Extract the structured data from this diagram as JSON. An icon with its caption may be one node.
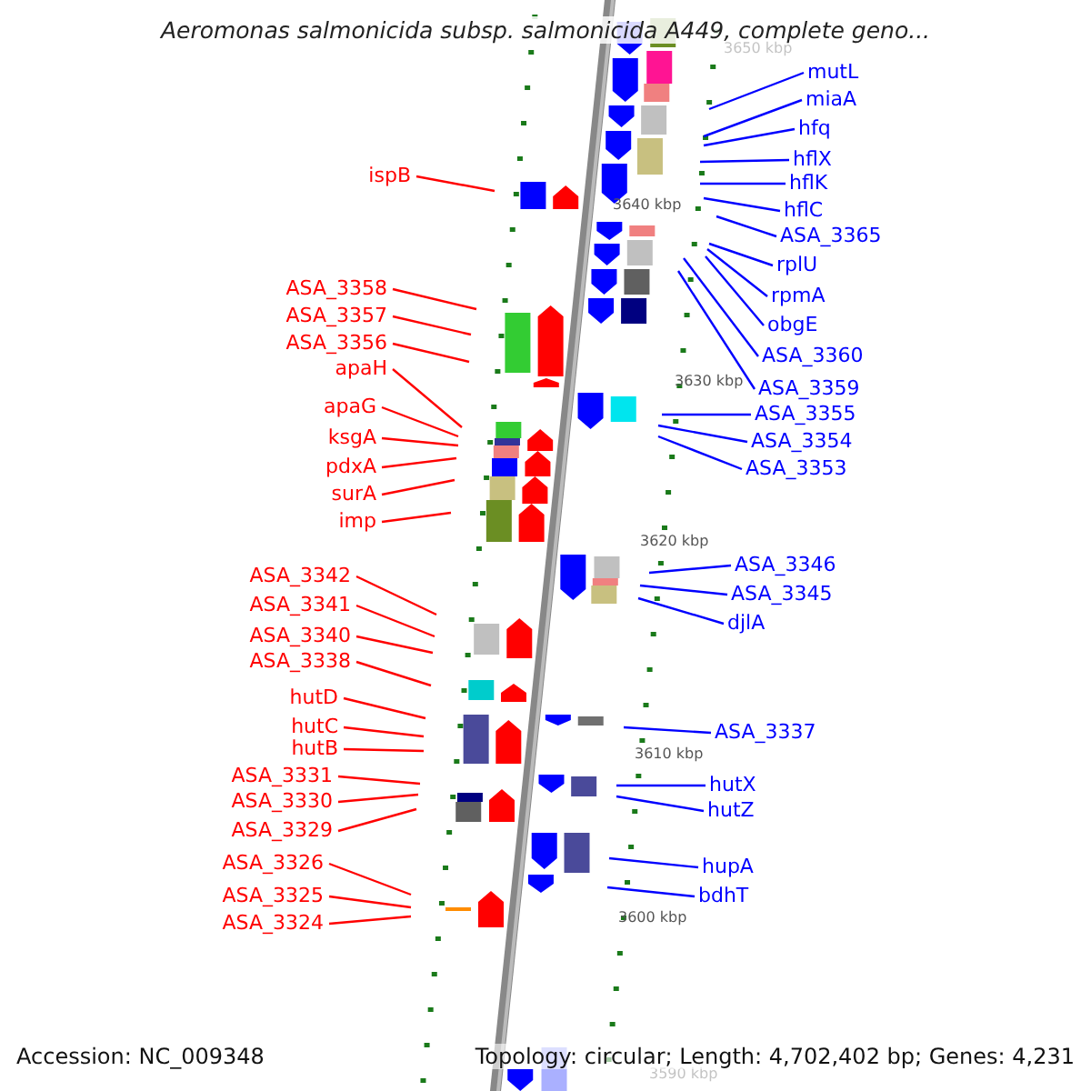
{
  "diagram": {
    "title": "Aeromonas salmonicida subsp. salmonicida A449, complete geno...",
    "nodes": [
      {
        "text": [
          "ispB"
        ]
      },
      {
        "text": [
          "ASA_3358"
        ]
      },
      {
        "text": [
          "ASA_3357"
        ]
      },
      {
        "text": [
          "ASA_3356"
        ]
      },
      {
        "text": [
          "apaH"
        ]
      },
      {
        "text": [
          "apaG"
        ]
      },
      {
        "text": [
          "ksgA"
        ]
      },
      {
        "text": [
          "pdxA"
        ]
      },
      {
        "text": [
          "surA"
        ]
      },
      {
        "text": [
          "imp"
        ]
      },
      {
        "text": [
          "ASA_3342"
        ]
      },
      {
        "text": [
          "ASA_3341"
        ]
      },
      {
        "text": [
          "ASA_3340"
        ]
      },
      {
        "text": [
          "ASA_3338"
        ]
      },
      {
        "text": [
          "hutD"
        ]
      },
      {
        "text": [
          "hutC"
        ]
      },
      {
        "text": [
          "hutB"
        ]
      },
      {
        "text": [
          "ASA_3331"
        ]
      },
      {
        "text": [
          "ASA_3330"
        ]
      },
      {
        "text": [
          "ASA_3329"
        ]
      },
      {
        "text": [
          "ASA_3326"
        ]
      },
      {
        "text": [
          "ASA_3325"
        ]
      },
      {
        "text": [
          "ASA_3324"
        ]
      },
      {
        "text": [
          "mutL"
        ]
      },
      {
        "text": [
          "miaA"
        ]
      },
      {
        "text": [
          "hfq"
        ]
      },
      {
        "text": [
          "hflX"
        ]
      },
      {
        "text": [
          "hflK"
        ]
      },
      {
        "text": [
          "hflC"
        ]
      },
      {
        "text": [
          "ASA_3365"
        ]
      },
      {
        "text": [
          "rplU"
        ]
      },
      {
        "text": [
          "rpmA"
        ]
      },
      {
        "text": [
          "obgE"
        ]
      },
      {
        "text": [
          "ASA_3360"
        ]
      },
      {
        "text": [
          "ASA_3359"
        ]
      },
      {
        "text": [
          "ASA_3355"
        ]
      },
      {
        "text": [
          "ASA_3354"
        ]
      },
      {
        "text": [
          "ASA_3353"
        ]
      },
      {
        "text": [
          "ASA_3346"
        ]
      },
      {
        "text": [
          "ASA_3345"
        ]
      },
      {
        "text": [
          "djlA"
        ]
      },
      {
        "text": [
          "ASA_3337"
        ]
      },
      {
        "text": [
          "hutX"
        ]
      },
      {
        "text": [
          "hutZ"
        ]
      },
      {
        "text": [
          "hupA"
        ]
      },
      {
        "text": [
          "bdhT"
        ]
      }
    ],
    "edges": [
      {
        "from": 0,
        "to": null,
        "arrow": "none",
        "color": "#ff0000"
      },
      {
        "from": 1,
        "to": null,
        "arrow": "none",
        "color": "#ff0000"
      },
      {
        "from": 2,
        "to": null,
        "arrow": "none",
        "color": "#ff0000"
      },
      {
        "from": 3,
        "to": null,
        "arrow": "none",
        "color": "#ff0000"
      },
      {
        "from": 4,
        "to": null,
        "arrow": "none",
        "color": "#ff0000"
      },
      {
        "from": 5,
        "to": null,
        "arrow": "none",
        "color": "#ff0000"
      },
      {
        "from": 6,
        "to": null,
        "arrow": "none",
        "color": "#ff0000"
      },
      {
        "from": 7,
        "to": null,
        "arrow": "none",
        "color": "#ff0000"
      },
      {
        "from": 8,
        "to": null,
        "arrow": "none",
        "color": "#ff0000"
      },
      {
        "from": 9,
        "to": null,
        "arrow": "none",
        "color": "#ff0000"
      },
      {
        "from": 10,
        "to": null,
        "arrow": "none",
        "color": "#ff0000"
      },
      {
        "from": 11,
        "to": null,
        "arrow": "none",
        "color": "#ff0000"
      },
      {
        "from": 12,
        "to": null,
        "arrow": "none",
        "color": "#ff0000"
      },
      {
        "from": 13,
        "to": null,
        "arrow": "none",
        "color": "#ff0000"
      },
      {
        "from": 14,
        "to": null,
        "arrow": "none",
        "color": "#ff0000"
      },
      {
        "from": 15,
        "to": null,
        "arrow": "none",
        "color": "#ff0000"
      },
      {
        "from": 16,
        "to": null,
        "arrow": "none",
        "color": "#ff0000"
      },
      {
        "from": 17,
        "to": null,
        "arrow": "none",
        "color": "#ff0000"
      },
      {
        "from": 18,
        "to": null,
        "arrow": "none",
        "color": "#ff0000"
      },
      {
        "from": 19,
        "to": null,
        "arrow": "none",
        "color": "#ff0000"
      },
      {
        "from": 20,
        "to": null,
        "arrow": "none",
        "color": "#ff0000"
      },
      {
        "from": 21,
        "to": null,
        "arrow": "none",
        "color": "#ff0000"
      },
      {
        "from": 22,
        "to": null,
        "arrow": "none",
        "color": "#ff0000"
      },
      {
        "from": 23,
        "to": null,
        "arrow": "none",
        "color": "#0000ff"
      },
      {
        "from": 24,
        "to": null,
        "arrow": "none",
        "color": "#0000ff"
      },
      {
        "from": 25,
        "to": null,
        "arrow": "none",
        "color": "#0000ff"
      },
      {
        "from": 26,
        "to": null,
        "arrow": "none",
        "color": "#0000ff"
      },
      {
        "from": 27,
        "to": null,
        "arrow": "none",
        "color": "#0000ff"
      },
      {
        "from": 28,
        "to": null,
        "arrow": "none",
        "color": "#0000ff"
      },
      {
        "from": 29,
        "to": null,
        "arrow": "none",
        "color": "#0000ff"
      },
      {
        "from": 30,
        "to": null,
        "arrow": "none",
        "color": "#0000ff"
      },
      {
        "from": 31,
        "to": null,
        "arrow": "none",
        "color": "#0000ff"
      },
      {
        "from": 32,
        "to": null,
        "arrow": "none",
        "color": "#0000ff"
      },
      {
        "from": 33,
        "to": null,
        "arrow": "none",
        "color": "#0000ff"
      },
      {
        "from": 34,
        "to": null,
        "arrow": "none",
        "color": "#0000ff"
      },
      {
        "from": 35,
        "to": null,
        "arrow": "none",
        "color": "#0000ff"
      },
      {
        "from": 36,
        "to": null,
        "arrow": "none",
        "color": "#0000ff"
      },
      {
        "from": 37,
        "to": null,
        "arrow": "none",
        "color": "#0000ff"
      },
      {
        "from": 38,
        "to": null,
        "arrow": "none",
        "color": "#0000ff"
      },
      {
        "from": 39,
        "to": null,
        "arrow": "none",
        "color": "#0000ff"
      },
      {
        "from": 40,
        "to": null,
        "arrow": "none",
        "color": "#0000ff"
      },
      {
        "from": 41,
        "to": null,
        "arrow": "none",
        "color": "#0000ff"
      },
      {
        "from": 42,
        "to": null,
        "arrow": "none",
        "color": "#0000ff"
      },
      {
        "from": 43,
        "to": null,
        "arrow": "none",
        "color": "#0000ff"
      },
      {
        "from": 44,
        "to": null,
        "arrow": "none",
        "color": "#0000ff"
      },
      {
        "from": 45,
        "to": null,
        "arrow": "none",
        "color": "#0000ff"
      }
    ],
    "labels": [
      "3650 kbp",
      "3640 kbp",
      "3630 kbp",
      "3620 kbp",
      "3610 kbp",
      "3600 kbp",
      "3590 kbp",
      "Accession: NC_009348",
      "Topology: circular; Length: 4,702,402 bp; Genes: 4,231"
    ]
  }
}
